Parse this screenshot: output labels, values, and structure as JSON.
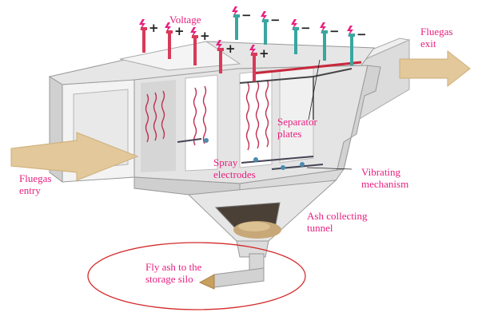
{
  "labels": {
    "voltage": "Voltage",
    "fluegas_exit": [
      "Fluegas",
      "exit"
    ],
    "fluegas_entry": [
      "Fluegas",
      "entry"
    ],
    "separator_plates": [
      "Separator",
      "plates"
    ],
    "spray_electrodes": [
      "Spray",
      "electrodes"
    ],
    "vibrating_mechanism": [
      "Vibrating",
      "mechanism"
    ],
    "ash_collecting_tunnel": [
      "Ash collecting",
      "tunnel"
    ],
    "fly_ash": [
      "Fly ash to the",
      "storage silo"
    ]
  },
  "signs": {
    "plus": "+",
    "minus": "−"
  },
  "colors": {
    "label": "#e8207f",
    "highlight_ellipse": "#d42a2a",
    "plus_rod": "#d83a5a",
    "minus_rod": "#3aa6a0",
    "gas_arrow": "#e2c89a",
    "body_light": "#f2f2f2",
    "body_shade": "#c9c9c9",
    "ash": "#c8a878"
  },
  "icons": [
    "lightning-bolt-icon",
    "plus-terminal-icon",
    "minus-terminal-icon"
  ]
}
